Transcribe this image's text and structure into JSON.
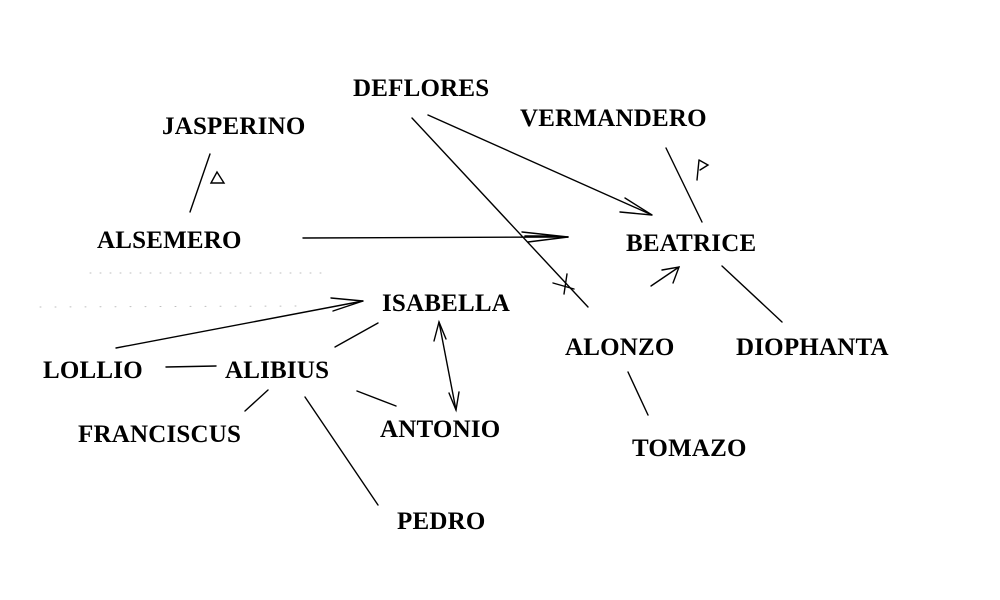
{
  "diagram": {
    "background": "#ffffff",
    "ink": "#000000",
    "nodes": {
      "deflores": "DEFLORES",
      "jasperino": "JASPERINO",
      "vermandero": "VERMANDERO",
      "alsemero": "ALSEMERO",
      "beatrice": "BEATRICE",
      "isabella": "ISABELLA",
      "alonzo": "ALONZO",
      "diophanta": "DIOPHANTA",
      "lollio": "LOLLIO",
      "alibius": "ALIBIUS",
      "franciscus": "FRANCISCUS",
      "antonio": "ANTONIO",
      "tomazo": "TOMAZO",
      "pedro": "PEDRO"
    },
    "edges": [
      {
        "from": "DEFLORES",
        "to": "BEATRICE",
        "kind": "arrow"
      },
      {
        "from": "DEFLORES",
        "to": "ALONZO",
        "kind": "line-with-cross"
      },
      {
        "from": "JASPERINO",
        "to": "ALSEMERO",
        "kind": "line-with-triangle"
      },
      {
        "from": "ALSEMERO",
        "to": "BEATRICE",
        "kind": "double-arrow"
      },
      {
        "from": "VERMANDERO",
        "to": "BEATRICE",
        "kind": "line-with-flag"
      },
      {
        "from": "ALONZO",
        "to": "BEATRICE",
        "kind": "arrow"
      },
      {
        "from": "BEATRICE",
        "to": "DIOPHANTA",
        "kind": "line"
      },
      {
        "from": "ALONZO",
        "to": "TOMAZO",
        "kind": "line"
      },
      {
        "from": "LOLLIO",
        "to": "ISABELLA",
        "kind": "arrow"
      },
      {
        "from": "LOLLIO",
        "to": "ALIBIUS",
        "kind": "line"
      },
      {
        "from": "ALIBIUS",
        "to": "ISABELLA",
        "kind": "line"
      },
      {
        "from": "ALIBIUS",
        "to": "FRANCISCUS",
        "kind": "line"
      },
      {
        "from": "ALIBIUS",
        "to": "ANTONIO",
        "kind": "line"
      },
      {
        "from": "ALIBIUS",
        "to": "PEDRO",
        "kind": "line"
      },
      {
        "from": "ISABELLA",
        "to": "ANTONIO",
        "kind": "bidirectional-arrow"
      }
    ]
  }
}
